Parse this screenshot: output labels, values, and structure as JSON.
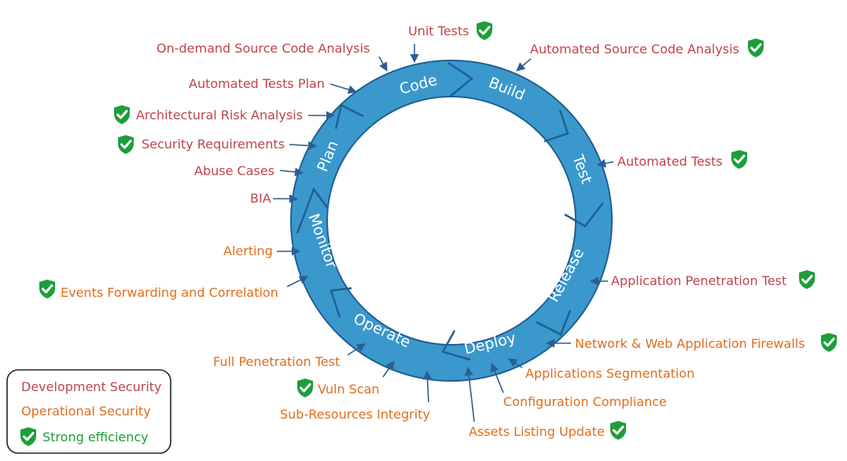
{
  "phases": {
    "code": "Code",
    "build": "Build",
    "test": "Test",
    "release": "Release",
    "deploy": "Deploy",
    "operate": "Operate",
    "monitor": "Monitor",
    "plan": "Plan"
  },
  "labels": {
    "unit_tests": "Unit Tests",
    "on_demand_sca": "On-demand Source Code Analysis",
    "automated_sca": "Automated Source Code Analysis",
    "automated_tests_plan": "Automated Tests Plan",
    "architectural_risk": "Architectural Risk Analysis",
    "security_requirements": "Security Requirements",
    "abuse_cases": "Abuse Cases",
    "bia": "BIA",
    "automated_tests": "Automated Tests",
    "alerting": "Alerting",
    "events_forwarding": "Events Forwarding and Correlation",
    "app_pentest": "Application Penetration Test",
    "network_firewalls": "Network & Web Application Firewalls",
    "app_segmentation": "Applications Segmentation",
    "config_compliance": "Configuration Compliance",
    "assets_listing": "Assets Listing Update",
    "full_pentest": "Full Penetration Test",
    "vuln_scan": "Vuln Scan",
    "sri": "Sub-Resources Integrity"
  },
  "legend": {
    "development": "Development Security",
    "operational": "Operational Security",
    "efficiency": "Strong efficiency"
  },
  "colors": {
    "ring": "#3b98cc",
    "ring_dark": "#1f5f92",
    "development": "#c0434d",
    "operational": "#e06d1c",
    "efficiency": "#1e9e3a",
    "arrow": "#2d5d91"
  },
  "icons": {
    "check": "shield-check-icon"
  }
}
